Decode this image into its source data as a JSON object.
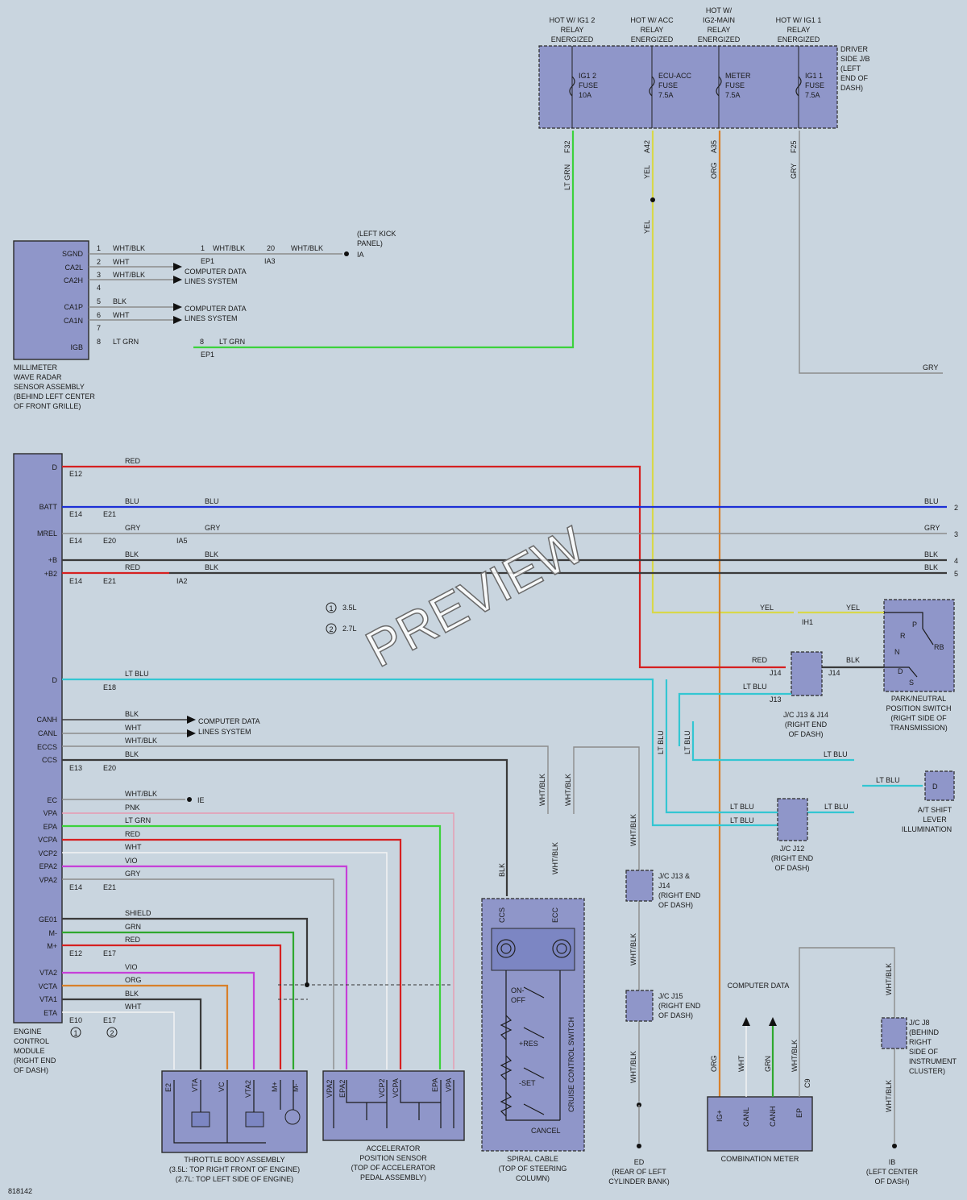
{
  "diagram_id": "818142",
  "watermark": "PREVIEW",
  "relays": [
    {
      "label": [
        "HOT W/ IG1 2",
        "RELAY",
        "ENERGIZED"
      ],
      "fuse": [
        "IG1 2",
        "FUSE",
        "10A"
      ],
      "pin": "F32",
      "wire": "LT GRN"
    },
    {
      "label": [
        "HOT W/ ACC",
        "RELAY",
        "ENERGIZED"
      ],
      "fuse": [
        "ECU-ACC",
        "FUSE",
        "7.5A"
      ],
      "pin": "A42",
      "wire": "YEL"
    },
    {
      "label": [
        "HOT W/",
        "IG2-MAIN",
        "RELAY",
        "ENERGIZED"
      ],
      "fuse": [
        "METER",
        "FUSE",
        "7.5A"
      ],
      "pin": "A35",
      "wire": "ORG"
    },
    {
      "label": [
        "HOT W/ IG1 1",
        "RELAY",
        "ENERGIZED"
      ],
      "fuse": [
        "IG1 1",
        "FUSE",
        "7.5A"
      ],
      "pin": "F25",
      "wire": "GRY"
    }
  ],
  "driver_jb": [
    "DRIVER",
    "SIDE J/B",
    "(LEFT",
    "END OF",
    "DASH)"
  ],
  "radar": {
    "pins": [
      "SGND",
      "CA2L",
      "CA2H",
      "CA1P",
      "CA1N",
      "IGB"
    ],
    "caption": [
      "MILLIMETER",
      "WAVE RADAR",
      "SENSOR ASSEMBLY",
      "(BEHIND LEFT CENTER",
      "OF FRONT GRILLE)"
    ],
    "nums": [
      "1",
      "2",
      "3",
      "4",
      "5",
      "6",
      "7",
      "8"
    ],
    "colors": [
      "WHT/BLK",
      "WHT",
      "WHT/BLK",
      "BLK",
      "WHT",
      "LT GRN"
    ],
    "ep1": "EP1",
    "ia3": "IA3",
    "n20": "20",
    "ia": "IA",
    "left_kick": [
      "(LEFT KICK",
      "PANEL)"
    ],
    "cdls": [
      "COMPUTER DATA",
      "LINES SYSTEM"
    ]
  },
  "ecm": {
    "pins_top": [
      "D",
      "BATT",
      "MREL",
      "+B",
      "+B2",
      "D",
      "CANH",
      "CANL",
      "ECCS",
      "CCS"
    ],
    "pins_bot": [
      "EC",
      "VPA",
      "EPA",
      "VCPA",
      "VCP2",
      "EPA2",
      "VPA2",
      "GE01",
      "M-",
      "M+",
      "VTA2",
      "VCTA",
      "VTA1",
      "ETA"
    ],
    "caption": [
      "ENGINE",
      "CONTROL",
      "MODULE",
      "(RIGHT END",
      "OF DASH)"
    ]
  },
  "wires": {
    "red": "RED",
    "blu": "BLU",
    "gry": "GRY",
    "blk": "BLK",
    "ltblu": "LT BLU",
    "wht": "WHT",
    "whtblk": "WHT/BLK",
    "pnk": "PNK",
    "ltgrn": "LT GRN",
    "vio": "VIO",
    "grn": "GRN",
    "org": "ORG",
    "shield": "SHIELD",
    "yel": "YEL",
    "whtblk2": "WHT/\nBLK"
  },
  "connectors": {
    "e12": "E12",
    "e14": "E14",
    "e21": "E21",
    "e20": "E20",
    "ia5": "IA5",
    "ia2": "IA2",
    "e18": "E18",
    "e13": "E13",
    "e17": "E17",
    "e10": "E10",
    "ie": "IE",
    "ih1": "IH1",
    "j14": "J14",
    "j13": "J13",
    "c9": "C9"
  },
  "legend": [
    {
      "mark": "1",
      "text": "3.5L"
    },
    {
      "mark": "2",
      "text": "2.7L"
    }
  ],
  "right_nums": [
    "2",
    "3",
    "4",
    "5"
  ],
  "park_neutral": {
    "positions": [
      "P",
      "R",
      "N",
      "D",
      "S",
      "RB"
    ],
    "caption": [
      "PARK/NEUTRAL",
      "POSITION SWITCH",
      "(RIGHT SIDE OF",
      "TRANSMISSION)"
    ]
  },
  "jc_j13_j14": [
    "J/C J13 & J14",
    "(RIGHT END",
    "OF DASH)"
  ],
  "jc_j12": [
    "J/C J12",
    "(RIGHT END",
    "OF DASH)"
  ],
  "at_shift": [
    "A/T SHIFT",
    "LEVER",
    "ILLUMINATION"
  ],
  "jc_j13_j14_b": [
    "J/C J13 &",
    "J14",
    "(RIGHT END",
    "OF DASH)"
  ],
  "jc_j15": [
    "J/C J15",
    "(RIGHT END",
    "OF DASH)"
  ],
  "jc_j8": [
    "J/C J8",
    "(BEHIND",
    "RIGHT",
    "SIDE OF",
    "INSTRUMENT",
    "CLUSTER)"
  ],
  "ed": [
    "ED",
    "(REAR OF LEFT",
    "CYLINDER BANK)"
  ],
  "ib": [
    "IB",
    "(LEFT CENTER",
    "OF DASH)"
  ],
  "comb_meter": {
    "pins": [
      "IG+",
      "CANL",
      "CANH",
      "EP"
    ],
    "caption": "COMBINATION METER"
  },
  "throttle": {
    "pins": [
      "E2",
      "VTA",
      "VC",
      "VTA2",
      "M+",
      "M-"
    ],
    "caption": [
      "THROTTLE BODY ASSEMBLY",
      "(3.5L: TOP RIGHT FRONT OF ENGINE)",
      "(2.7L: TOP LEFT SIDE OF ENGINE)"
    ]
  },
  "accel": {
    "pins": [
      "VPA2",
      "EPA2",
      "VCP2",
      "VCPA",
      "EPA",
      "VPA"
    ],
    "caption": [
      "ACCELERATOR",
      "POSITION SENSOR",
      "(TOP OF ACCELERATOR",
      "PEDAL ASSEMBLY)"
    ]
  },
  "spiral": {
    "pins": [
      "CCS",
      "ECC"
    ],
    "switch": [
      "ON-",
      "OFF",
      "+RES",
      "-SET",
      "CANCEL"
    ],
    "vertical": "CRUISE CONTROL SWITCH",
    "caption": [
      "SPIRAL CABLE",
      "(TOP OF STEERING",
      "COLUMN)"
    ]
  }
}
